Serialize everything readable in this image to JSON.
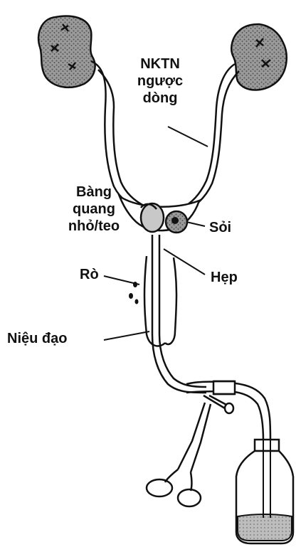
{
  "labels": {
    "reflux": [
      "NKTN",
      "ngược",
      "dòng"
    ],
    "bladder": [
      "Bàng",
      "quang",
      "nhỏ/teo"
    ],
    "stone": "Sỏi",
    "fistula": "Rò",
    "stricture": "Hẹp",
    "urethra": "Niệu đạo"
  },
  "colors": {
    "ink": "#111111",
    "kidney_fill": "#8a8a8a",
    "background": "#ffffff"
  }
}
